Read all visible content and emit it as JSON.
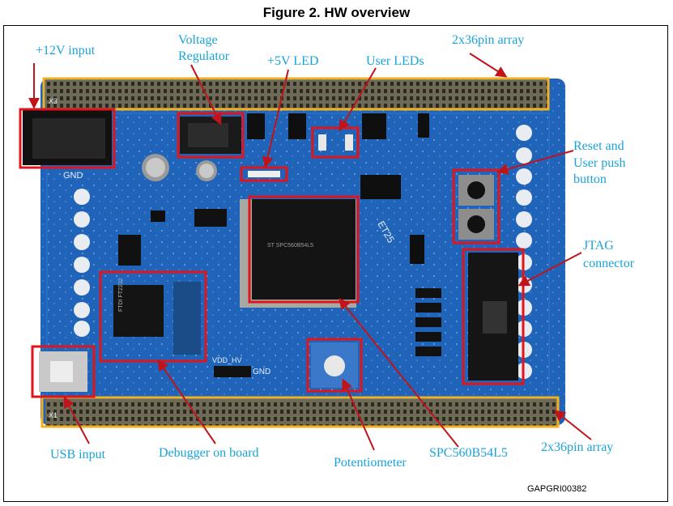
{
  "figure": {
    "title": "Figure 2. HW overview",
    "reference_code": "GAPGRI00382"
  },
  "callouts": {
    "power_input": "+12V input",
    "voltage_regulator_line1": "Voltage",
    "voltage_regulator_line2": "Regulator",
    "led_5v": "+5V LED",
    "user_leds": "User LEDs",
    "pin_array_top": "2x36pin array",
    "reset_line1": "Reset and",
    "reset_line2": "User push",
    "reset_line3": "button",
    "jtag_line1": "JTAG",
    "jtag_line2": "connector",
    "usb_input": "USB input",
    "debugger": "Debugger on board",
    "potentiometer": "Potentiometer",
    "mcu": "SPC560B54L5",
    "pin_array_bottom": "2x36pin array"
  },
  "board_silkscreen": {
    "gnd_left": "GND",
    "gnd_bottom": "GND",
    "vdd": "VDD_HV",
    "x1": "X1",
    "x3": "X3",
    "et25": "ET25",
    "ftdi_chip": "FTDI FT2232",
    "mcu_chip": "ST SPC560B54L5"
  },
  "colors": {
    "pcb": "#1f64b8",
    "pcb_dark": "#174f96",
    "highlight_box": "#e0141b",
    "pin_frame": "#f2b01e",
    "callout_text": "#1aa3d9",
    "arrow": "#c0141a"
  }
}
